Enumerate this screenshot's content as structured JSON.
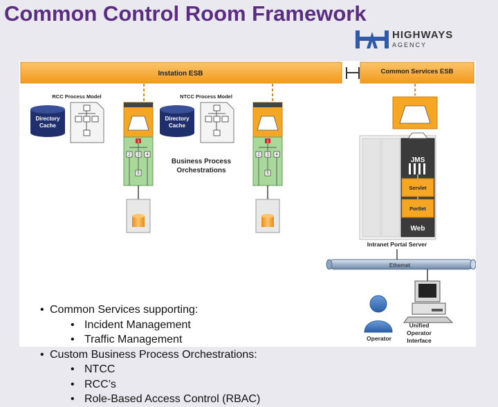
{
  "slide": {
    "title": "Common Control Room Framework"
  },
  "logo": {
    "name": "HIGHWAYS",
    "sub": "AGENCY"
  },
  "diagram": {
    "instation_esb": "Instation ESB",
    "common_services_esb": "Common Services ESB",
    "rcc_process_model": "RCC Process Model",
    "ntcc_process_model": "NTCC Process Model",
    "directory_cache_line1": "Directory",
    "directory_cache_line2": "Cache",
    "bpo_line1": "Business Process",
    "bpo_line2": "Orchestrations",
    "jms": "JMS",
    "servlet": "Servlet",
    "portlet": "Portlet",
    "web": "Web",
    "intranet_portal_server": "Intranet Portal Server",
    "ethernet": "Ethernet",
    "operator": "Operator",
    "unified_line1": "Unified",
    "unified_line2": "Operator",
    "unified_line3": "Interface",
    "model_nums": [
      "1",
      "2",
      "3",
      "4",
      "5"
    ],
    "colors": {
      "esb_orange": "#f5a623",
      "title_purple": "#5a2d82",
      "flow_green": "#a8d89a",
      "node_red": "#d8282d",
      "ethernet_blue": "#b7c9dd",
      "operator_blue": "#3b6fb6"
    }
  },
  "bullets": [
    {
      "level": 1,
      "text": "Common Services supporting:"
    },
    {
      "level": 2,
      "text": "Incident Management"
    },
    {
      "level": 2,
      "text": "Traffic Management"
    },
    {
      "level": 1,
      "text": "Custom Business Process Orchestrations:"
    },
    {
      "level": 2,
      "text": "NTCC"
    },
    {
      "level": 2,
      "text": "RCC’s"
    },
    {
      "level": 2,
      "text": "Role-Based Access Control (RBAC)"
    }
  ],
  "bullet_glyph": "•"
}
